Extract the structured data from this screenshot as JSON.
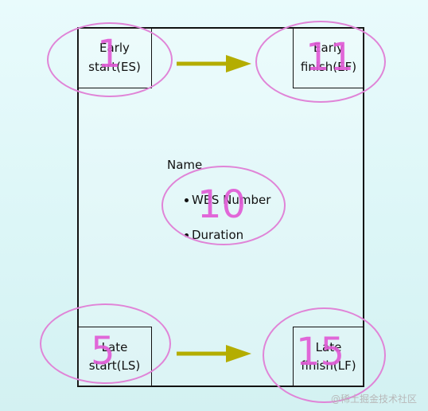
{
  "diagram": {
    "corners": {
      "es": {
        "line1": "Early",
        "line2": "start(ES)",
        "number": "1"
      },
      "ef": {
        "line1": "Early",
        "line2": "finish(EF)",
        "number": "11"
      },
      "ls": {
        "line1": "Late",
        "line2": "start(LS)",
        "number": "5"
      },
      "lf": {
        "line1": "Late",
        "line2": "finish(LF)",
        "number": "15"
      }
    },
    "center": {
      "name": "Name",
      "wbs": "WBS Number",
      "duration": "Duration",
      "number": "10"
    },
    "colors": {
      "box_border": "#111111",
      "annotation": "#e15bd6",
      "arrow": "#b4ad00"
    }
  },
  "watermark": "@稀土掘金技术社区"
}
